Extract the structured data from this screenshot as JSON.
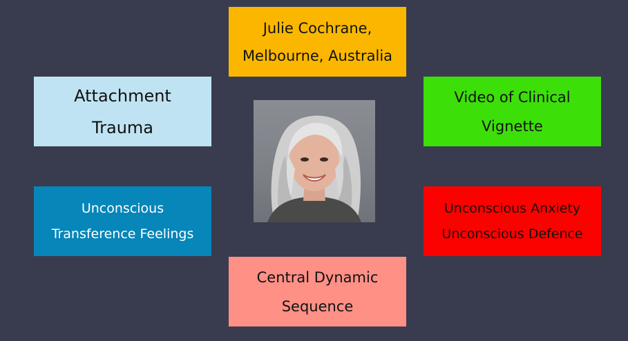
{
  "diagram": {
    "center": {
      "icon": "portrait-photo"
    },
    "nodes": {
      "top": {
        "lines": [
          "Julie Cochrane,",
          "Melbourne, Australia"
        ],
        "fill": "#fbb700",
        "text_color": "#111111"
      },
      "left_top": {
        "lines": [
          "Attachment",
          "Trauma"
        ],
        "fill": "#bfe3f2",
        "text_color": "#111111"
      },
      "right_top": {
        "lines": [
          "Video of Clinical",
          "Vignette"
        ],
        "fill": "#3ddf09",
        "text_color": "#111111"
      },
      "left_bottom": {
        "lines": [
          "Unconscious",
          "Transference Feelings"
        ],
        "fill": "#0686b9",
        "text_color": "#ffffff"
      },
      "right_bottom": {
        "lines": [
          "Unconscious Anxiety",
          "Unconscious Defence"
        ],
        "fill": "#fb0100",
        "text_color": "#111111"
      },
      "bottom": {
        "lines": [
          "Central Dynamic",
          "Sequence"
        ],
        "fill": "#fe9086",
        "text_color": "#111111"
      }
    },
    "background": "#393c4f"
  }
}
